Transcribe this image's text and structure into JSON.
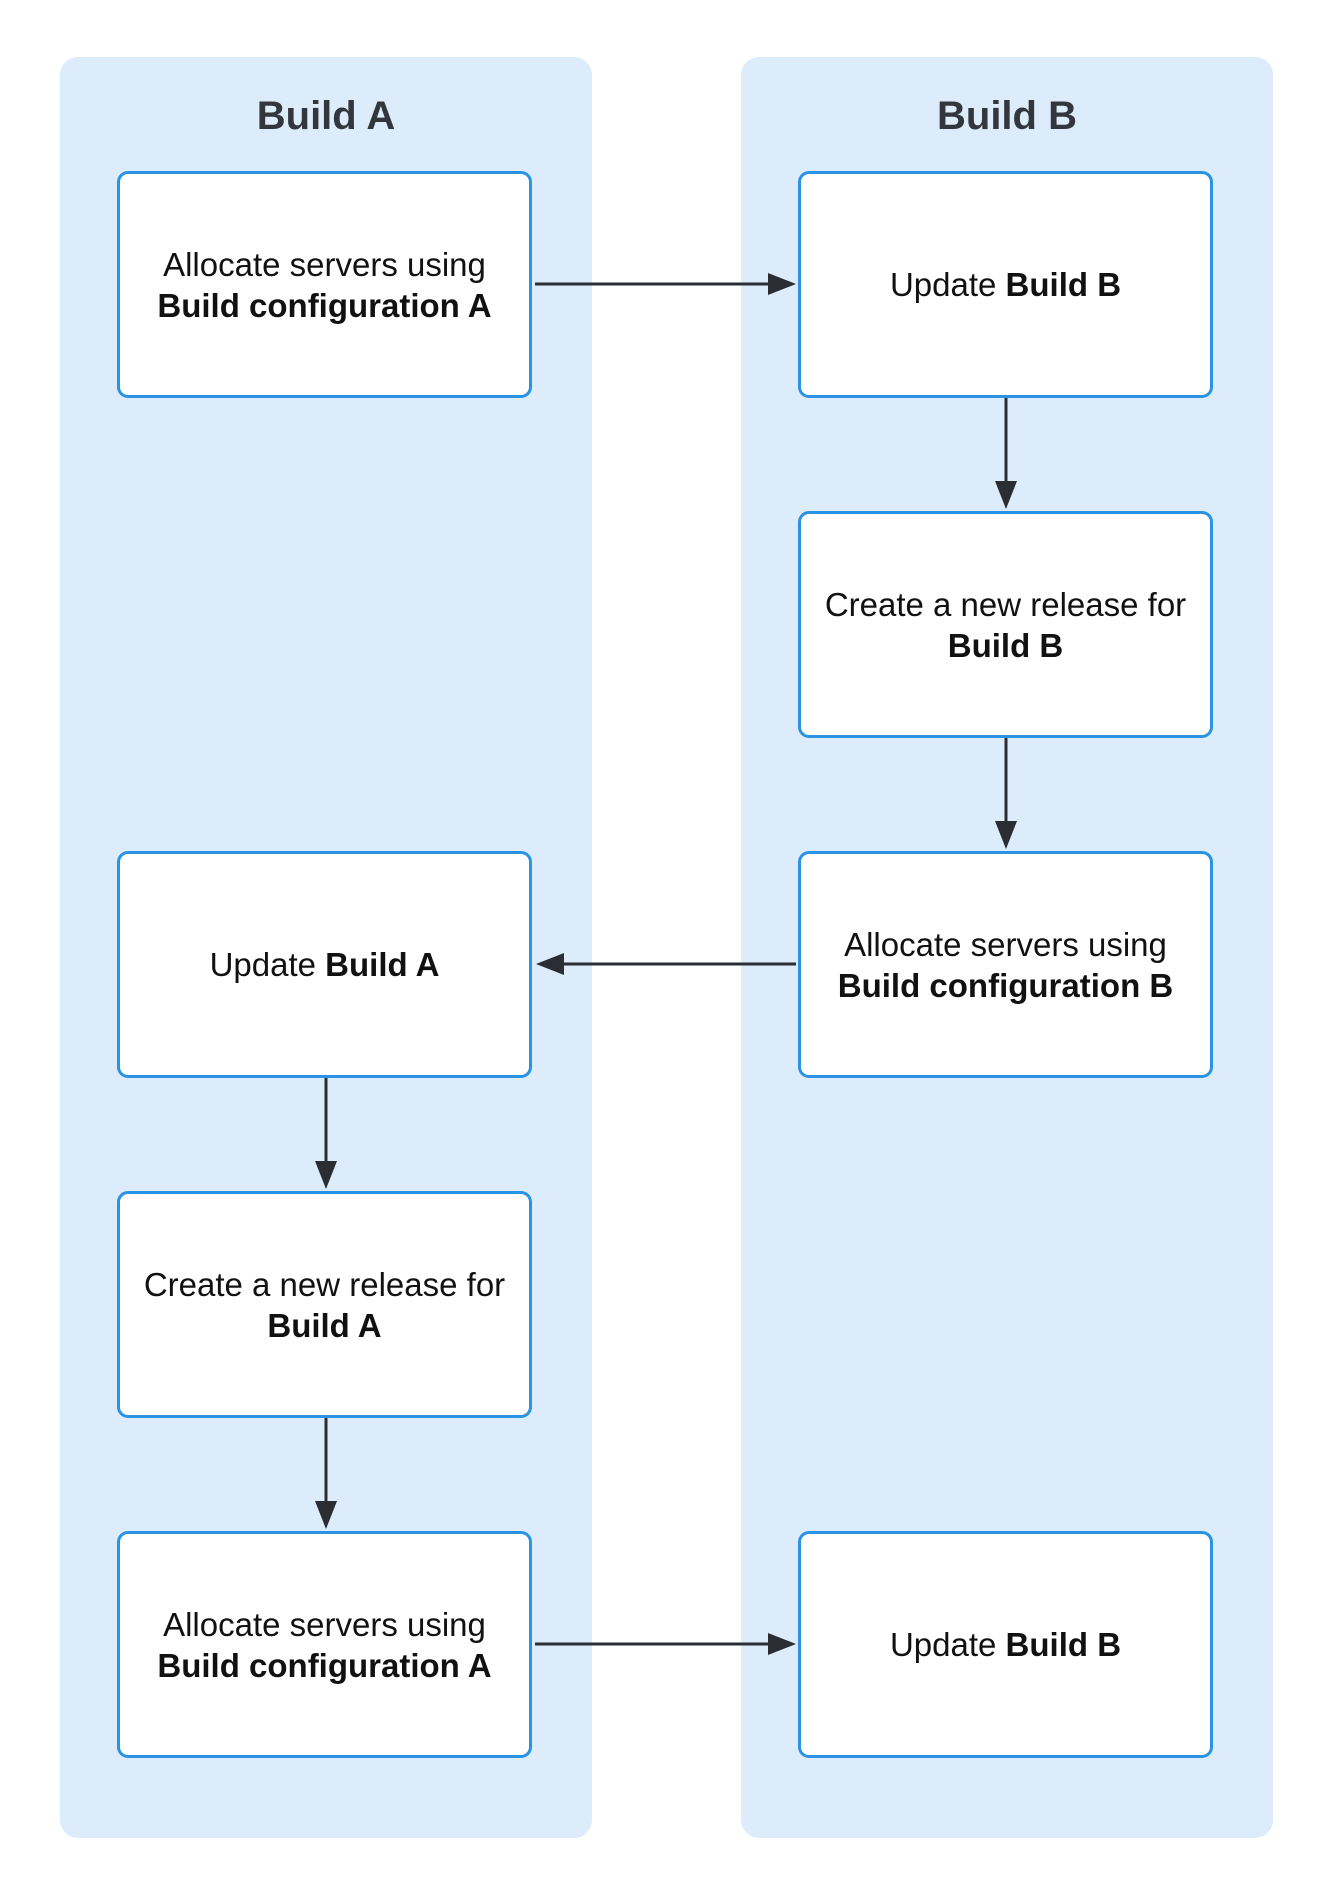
{
  "lanes": {
    "a_title": "Build A",
    "b_title": "Build B"
  },
  "steps": {
    "a1": {
      "text": "Allocate servers using",
      "bold": "Build configuration A"
    },
    "b1": {
      "text": "Update",
      "bold": "Build B"
    },
    "b2": {
      "text": "Create a new release for",
      "bold": "Build B"
    },
    "b3": {
      "text": "Allocate servers using",
      "bold": "Build configuration B"
    },
    "a3": {
      "text": "Update",
      "bold": "Build A"
    },
    "a4": {
      "text": "Create a new release for",
      "bold": "Build A"
    },
    "a5": {
      "text": "Allocate servers using",
      "bold": "Build configuration A"
    },
    "b5": {
      "text": "Update",
      "bold": "Build B"
    }
  },
  "colors": {
    "lane_fill": "#dcecfb",
    "box_border": "#2b93e3",
    "arrow": "#2a2d32"
  }
}
